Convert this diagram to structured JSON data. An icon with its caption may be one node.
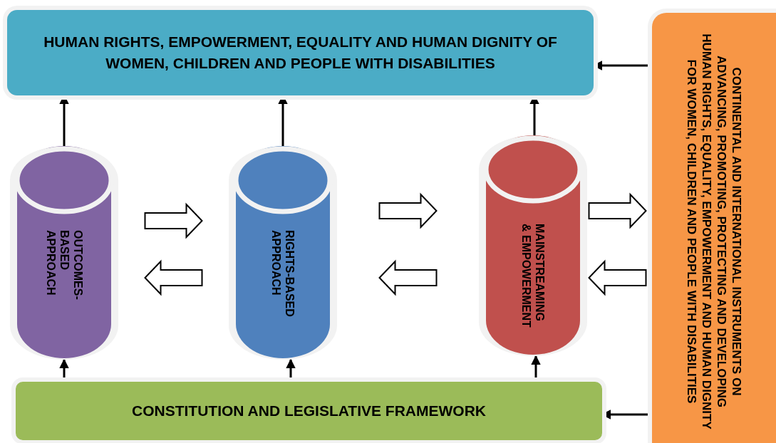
{
  "diagram": {
    "nodes": [
      {
        "text": [
          "HUMAN RIGHTS, EMPOWERMENT, EQUALITY AND HUMAN DIGNITY OF WOMEN, CHILDREN AND PEOPLE WITH DISABILITIES"
        ]
      },
      {
        "text": [
          "CONSTITUTION AND LEGISLATIVE FRAMEWORK"
        ]
      },
      {
        "text": [
          "CONTINENTAL AND INTERNATIONAL INSTRUMENTS ON ADVANCING, PROMOTING, PROTECTING AND DEVELOPING HUMAN RIGHTS, EQUALITY, EMPOWERMENT AND HUMAN DIGNITY FOR WOMEN, CHILDREN AND PEOPLE WITH DISABILITIES"
        ]
      },
      {
        "text": [
          "OUTCOMES-BASED APPROACH"
        ]
      },
      {
        "text": [
          "RIGHTS-BASED APPROACH"
        ]
      },
      {
        "text": [
          "MAINSTREAMING & EMPOWERMENT"
        ]
      }
    ],
    "edges": [
      {
        "from": 3,
        "to": 0,
        "arrow": "to"
      },
      {
        "from": 4,
        "to": 0,
        "arrow": "to"
      },
      {
        "from": 5,
        "to": 0,
        "arrow": "to"
      },
      {
        "from": 2,
        "to": 0,
        "arrow": "to"
      },
      {
        "from": 1,
        "to": 3,
        "arrow": "to"
      },
      {
        "from": 1,
        "to": 4,
        "arrow": "to"
      },
      {
        "from": 1,
        "to": 5,
        "arrow": "to"
      },
      {
        "from": 2,
        "to": 1,
        "arrow": "to"
      },
      {
        "from": 3,
        "to": 4,
        "arrow": "to",
        "style": "thick"
      },
      {
        "from": 4,
        "to": 3,
        "arrow": "to",
        "style": "thick"
      },
      {
        "from": 4,
        "to": 5,
        "arrow": "to",
        "style": "thick"
      },
      {
        "from": 5,
        "to": 4,
        "arrow": "to",
        "style": "thick"
      },
      {
        "from": 5,
        "to": 2,
        "arrow": "to",
        "style": "thick"
      },
      {
        "from": 2,
        "to": 5,
        "arrow": "to",
        "style": "thick"
      }
    ]
  }
}
